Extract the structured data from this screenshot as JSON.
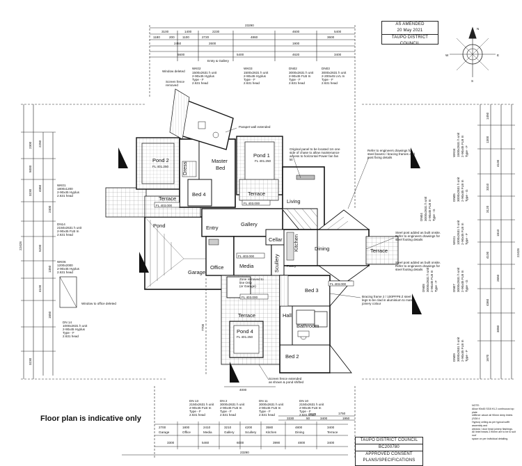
{
  "caption": "Floor plan is indicative only",
  "amended_stamp": {
    "line1": "AS AMENDED",
    "line2": "20 May 2021",
    "line3": "TAUPO DISTRICT COUNCIL"
  },
  "consent_stamp": {
    "line1": "TAUPO DISTRICT COUNCIL",
    "line2": "BC200780",
    "line3": "APPROVED CONSENT",
    "line4": "PLANS/SPECIFICATIONS"
  },
  "compass": {
    "north": "N",
    "east": "E",
    "west": "W",
    "south": "S"
  },
  "rooms": {
    "pond2": "Pond 2",
    "pond2_fl": "FL 401.250",
    "dress": "Dress",
    "master_bed": "Master",
    "master_bed2": "Bed",
    "pond1": "Pond 1",
    "pond1_fl": "FL 401.250",
    "bed4": "Bed 4",
    "terrace_left": "Terrace",
    "terrace_center": "Terrace",
    "living": "Living",
    "pond_left": "Pond",
    "entry": "Entry",
    "gallery": "Gallery",
    "cellar": "Cellar",
    "kitchen": "Kitchen",
    "dining": "Dining",
    "terrace_right": "Terrace",
    "garage": "Garage",
    "office": "Office",
    "media": "Media",
    "scullery": "Scullery",
    "bed3": "Bed 3",
    "pantry": "Pantry",
    "hall": "Hall",
    "bathroom": "Bathroom",
    "pond4": "Pond 4",
    "pond4_fl": "FL 401.250",
    "bed2": "Bed 2"
  },
  "levels": {
    "fl_403_bed4": "FL 403.000",
    "fl_403_terrace": "FL 403.000",
    "fl_403_media": "FL 403.000",
    "fl_403_bed3": "FL 403.000",
    "fl_403_terrace2": "FL 403.000"
  },
  "annotations": {
    "entry_gallery": "Entry & Gallery",
    "window_deleted": "Window deleted",
    "screen_fence": "Screen fence",
    "screen_fence2": "removed",
    "parapet": "Parapet wall extended",
    "power_panel_1": "Original panel to be located 1m one",
    "power_panel_2": "side of chase to allow maintenance",
    "power_panel_3": "access to horizontal Power fan fan",
    "power_panel_4": "kit",
    "engineer_1": "Refer to engineers drawings for",
    "engineer_2": "steel beams / bracing frames and",
    "engineer_3": "post fixing details",
    "steel_post1_1": "Steel post added as built onsite.",
    "steel_post1_2": "Refer to engineers drawings for",
    "steel_post1_3": "steel footing details",
    "steel_post2_1": "Steel post added as built onsite.",
    "steel_post2_2": "Refer to engineers drawings for",
    "steel_post2_3": "steel footing details",
    "brace_1": "Bracing frame 2 / 100PFP8 Z steel",
    "brace_2": "legs to be clad in aluminium to match",
    "brace_3": "joinery colour",
    "zone_1": "Zone removed to",
    "zone_2": "line Only",
    "zone_3": "(or Garage)",
    "window_office": "Window to office deleted",
    "screen_extended_1": "Screen fence extended",
    "screen_extended_2": "as shown & pond shifted"
  },
  "dimensions": {
    "top_overall": "23290",
    "top_sub": [
      "3100",
      "1400",
      "2230",
      "4600",
      "5400"
    ],
    "top_row3": [
      "1180",
      "200",
      "1100",
      "2720",
      "4860",
      "3600"
    ],
    "top_row4": [
      "2450",
      "2600",
      "1900"
    ],
    "top_row5": [
      "5600",
      "5400",
      "4620",
      "3400"
    ],
    "left_overall": "22428",
    "left_ticks": [
      "2300",
      "5000",
      "3230",
      "2250",
      "4360",
      "2400",
      "5200",
      "4100",
      "1350",
      "1650",
      "3230"
    ],
    "right_overall": "22428",
    "right_ticks": [
      "1450",
      "1300",
      "4100",
      "3310",
      "3120",
      "1810",
      "4100",
      "2650",
      "4360",
      "3080",
      "1670"
    ],
    "bottom_overall": "23290",
    "bottom_row1": [
      "2700",
      "1800",
      "2410",
      "3210",
      "4200",
      "3580",
      "4800",
      "3400"
    ],
    "bottom_row2": [
      "Garage",
      "Office",
      "Media",
      "Gallery",
      "Scullery",
      "Kitchen",
      "Dining",
      "Terrace"
    ],
    "bottom_row3": [
      "3300",
      "5460",
      "6000",
      "3990",
      "4800",
      "3400"
    ],
    "bottom_small": [
      "3330",
      "50",
      "3400",
      "1950",
      "7070"
    ],
    "misc": [
      "4000",
      "7700",
      "1750"
    ]
  },
  "window_schedules": {
    "wk02": {
      "id": "WK02",
      "l1": "1500x2631 h unit",
      "l2": "2-90x45 Hyplus",
      "l3": "Type - F",
      "l4": "2.631 head"
    },
    "wk03": {
      "id": "WK03",
      "l1": "1500x2631 h unit",
      "l2": "2-90x45 Hyplus",
      "l3": "Type - F",
      "l4": "2.631 head"
    },
    "dn02": {
      "id": "DN02",
      "l1": "3000x2631 h unit",
      "l2": "2-90x45 FLB In",
      "l3": "Type - F",
      "l4": "2.631 head"
    },
    "dn03": {
      "id": "DN03",
      "l1": "3000x2631 h unit",
      "l2": "2-200x45 LVL In",
      "l3": "Type - F",
      "l4": "2.631 head"
    },
    "dn13": {
      "id": "DN 13",
      "l1": "2150x2631 h unit",
      "l2": "2-90x45 FLB In",
      "l3": "Type - F",
      "l4": "2.631 head"
    },
    "dn2": {
      "id": "DN 2",
      "l1": "3000x2631 h unit",
      "l2": "2-90x45 FLB In",
      "l3": "Type - F",
      "l4": "2.631 head"
    },
    "dn11": {
      "id": "DN 11",
      "l1": "3000x2631 h unit",
      "l2": "2-90x45 FLB In",
      "l3": "Type - F",
      "l4": "2.631 head"
    },
    "dn10": {
      "id": "DN 10",
      "l1": "2150x2631 h unit",
      "l2": "2-90x45 FLB In",
      "l3": "Type - F",
      "l4": "2.631 head"
    },
    "left_a": {
      "id": "WK01",
      "l1": "1800x1200",
      "l2": "2-90x45 Hyplus",
      "l3": "2.631 head"
    },
    "left_b": {
      "id": "DN14",
      "l1": "2150x2631 h unit",
      "l2": "2-90x45 FLB In",
      "l3": "2.631 head"
    },
    "left_c": {
      "id": "WK06",
      "l1": "1200x2000",
      "l2": "2-90x45 Hyplus",
      "l3": "2.631 head"
    },
    "left_d": {
      "id": "DN 14",
      "l1": "1000x2631 h unit",
      "l2": "2-90x45 Hyplus",
      "l3": "Type - F",
      "l4": "2.631 head"
    },
    "right_a": {
      "id": "WK04",
      "l1": "1500x2631 h unit",
      "l2": "2-90x45 FLB In",
      "l3": "Type - F"
    },
    "right_b": {
      "id": "DN05",
      "l1": "3000x2631 h unit",
      "l2": "2-90x45 FLB In",
      "l3": "Type - G"
    },
    "right_c": {
      "id": "DN04",
      "l1": "3000x2631 h unit",
      "l2": "2-90x45 FLB In",
      "l3": "Type - G"
    },
    "right_d": {
      "id": "WK01",
      "l1": "1000x2631 h unit",
      "l2": "2-90x45 FLB In",
      "l3": "Type - F"
    },
    "right_e": {
      "id": "DN07",
      "l1": "3000x2631 h unit",
      "l2": "2-90x45 FLB In",
      "l3": "Type - G"
    },
    "right_f": {
      "id": "DN08",
      "l1": "3000x2631 h unit",
      "l2": "2-90x45 FLB In",
      "l3": "Type - F"
    },
    "right_g": {
      "id": "DN09",
      "l1": "3000x2631 h unit",
      "l2": "2-90x45 FLB In",
      "l3": "Type - F"
    }
  },
  "notes": {
    "title": "NOTE:",
    "l1": "Allow 90x45 SG8 H1.2 continuous top plate",
    "l2": "stiffener above all 90mm deep lintels (SG8 4",
    "l3": "Hyplus) ceiling as per typical soffit assembly and",
    "l4": "window / door head joinery flashings.",
    "l5": "All lintel heads 2.90mm are to be to suit roof",
    "l6": "space on per individual detailing."
  }
}
